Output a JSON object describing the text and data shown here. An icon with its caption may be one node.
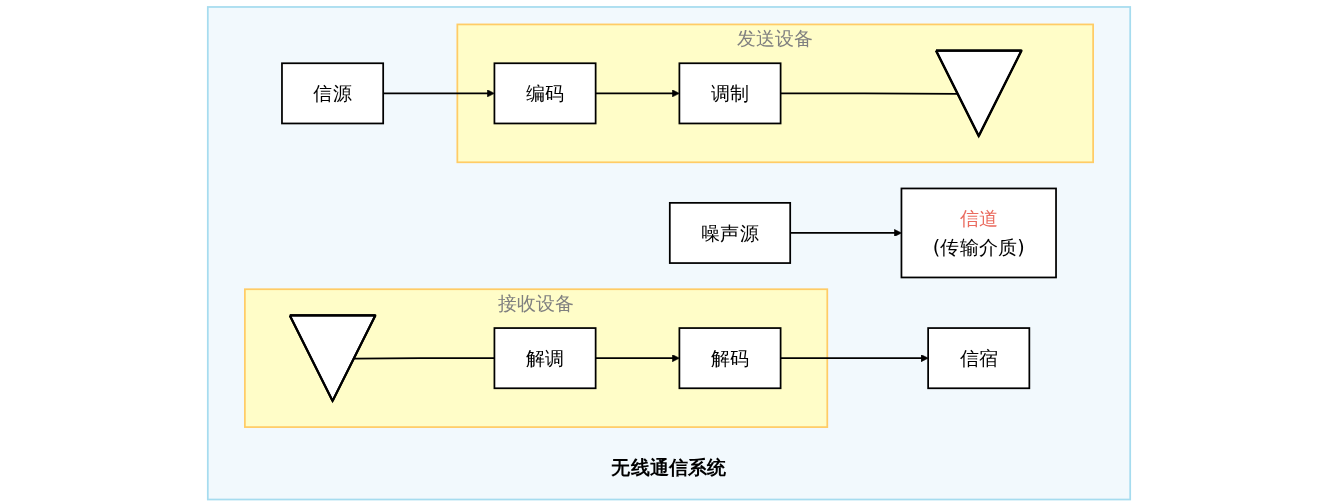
{
  "diagram": {
    "nodes": [
      {
        "text": [
          "无线通信系统"
        ]
      },
      {
        "text": [
          "信源"
        ],
        "in": 0
      },
      {
        "text": [
          "发送设备"
        ],
        "in": 0
      },
      {
        "text": [
          "编码"
        ],
        "in": 2
      },
      {
        "text": [
          "调制"
        ],
        "in": 2
      },
      {
        "text": [],
        "shape": "antenna",
        "in": 2
      },
      {
        "text": [
          "信道",
          "(传输介质)"
        ],
        "in": 0
      },
      {
        "text": [
          "噪声源"
        ],
        "in": 0
      },
      {
        "text": [
          "接收设备"
        ],
        "in": 0
      },
      {
        "text": [],
        "shape": "antenna",
        "in": 8
      },
      {
        "text": [
          "解调"
        ],
        "in": 8
      },
      {
        "text": [
          "解码"
        ],
        "in": 8
      },
      {
        "text": [
          "信宿"
        ],
        "in": 0
      }
    ],
    "edges": [
      {
        "from": 1,
        "to": 3,
        "arrow": "to"
      },
      {
        "from": 3,
        "to": 4,
        "arrow": "to"
      },
      {
        "from": 4,
        "to": 5,
        "arrow": "none"
      },
      {
        "from": 7,
        "to": 6,
        "arrow": "to"
      },
      {
        "from": 9,
        "to": 10,
        "arrow": "none"
      },
      {
        "from": 10,
        "to": 11,
        "arrow": "to"
      },
      {
        "from": 11,
        "to": 12,
        "arrow": "to"
      }
    ]
  }
}
